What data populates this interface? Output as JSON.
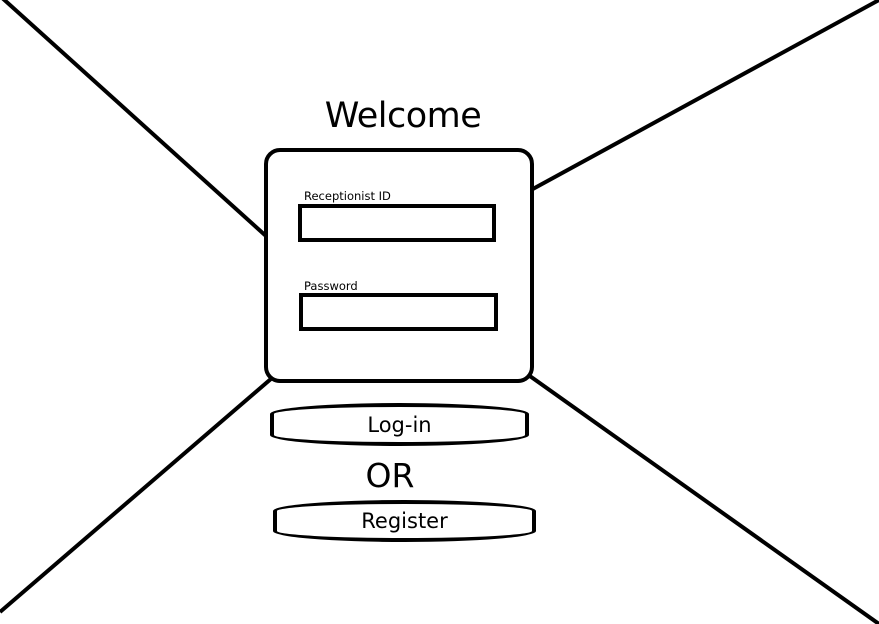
{
  "header": {
    "title": "Welcome"
  },
  "login_form": {
    "receptionist_id_label": "Receptionist ID",
    "receptionist_id_value": "",
    "password_label": "Password",
    "password_value": ""
  },
  "actions": {
    "login_label": "Log-in",
    "separator": "OR",
    "register_label": "Register"
  }
}
